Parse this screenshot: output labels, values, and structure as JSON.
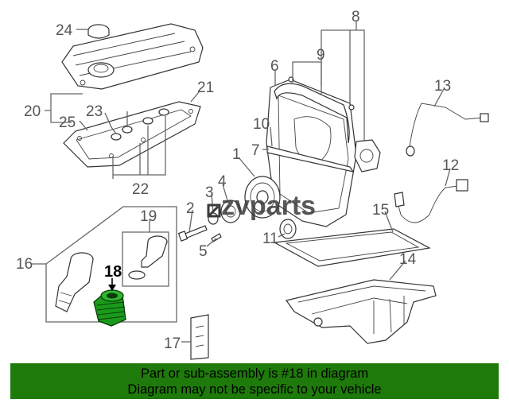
{
  "watermark": "zvparts",
  "highlighted_part": "18",
  "callouts": [
    "1",
    "2",
    "3",
    "4",
    "5",
    "6",
    "7",
    "8",
    "9",
    "10",
    "11",
    "12",
    "13",
    "14",
    "15",
    "16",
    "17",
    "18",
    "19",
    "20",
    "21",
    "22",
    "23",
    "24",
    "25"
  ],
  "banner": {
    "line1": "Part or sub-assembly is #18 in diagram",
    "line2": "Diagram may not be specific to your vehicle"
  },
  "colors": {
    "banner_background": "#1f7a0c",
    "highlight_part": "#1a9a1a"
  }
}
